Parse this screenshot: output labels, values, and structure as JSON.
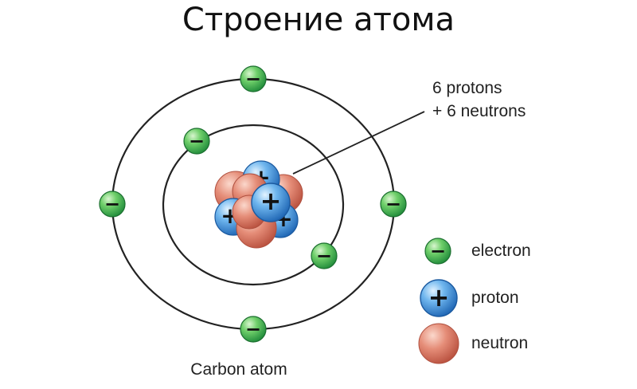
{
  "title": "Строение атома",
  "caption": "Carbon atom",
  "callout": {
    "line1": "6 protons",
    "line2": "+ 6 neutrons"
  },
  "legend": {
    "electron": "electron",
    "proton": "proton",
    "neutron": "neutron"
  },
  "symbols": {
    "electron": "−",
    "proton": "+"
  },
  "colors": {
    "electron": "#2e9b46",
    "proton": "#2f7fcf",
    "neutron": "#d9735f",
    "orbit": "#222222"
  }
}
